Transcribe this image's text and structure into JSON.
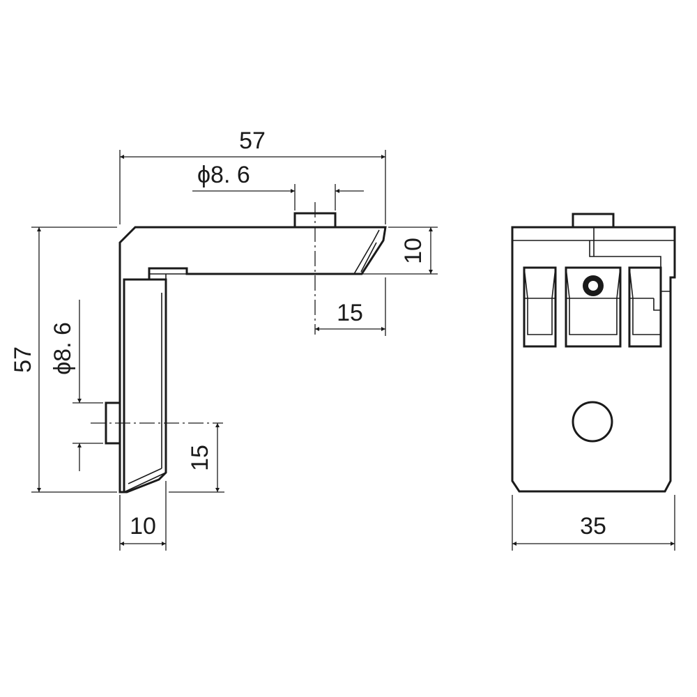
{
  "dimensions": {
    "side_total_width": "57",
    "side_hole_diameter_top": "ϕ8. 6",
    "side_top_thickness": "10",
    "side_top_hole_offset": "15",
    "side_total_height": "57",
    "side_hole_diameter_left": "ϕ8. 6",
    "side_left_hole_offset": "15",
    "side_left_thickness": "10",
    "front_width": "35"
  }
}
